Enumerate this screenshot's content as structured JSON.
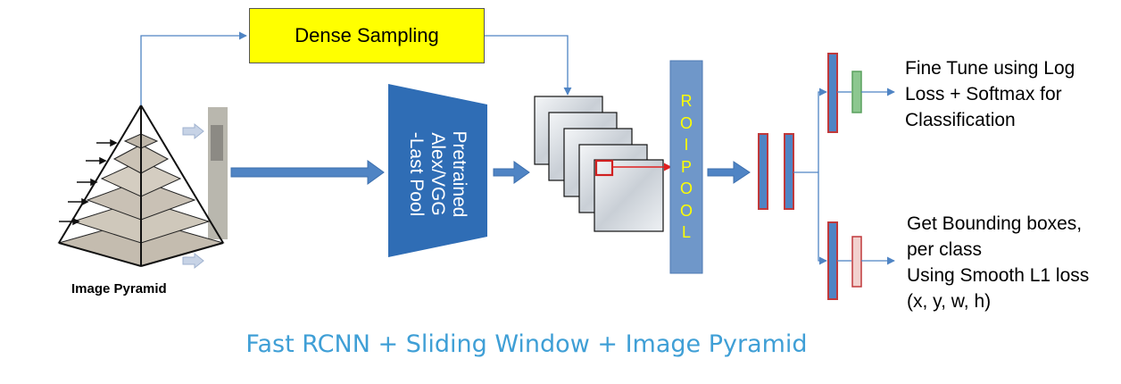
{
  "dense_sampling": {
    "label": "Dense Sampling"
  },
  "pyramid": {
    "label": "Image Pyramid"
  },
  "cnn": {
    "lines": [
      "Pretrained",
      "Alex/VGG",
      "-Last Pool"
    ]
  },
  "roi_pool": {
    "letters": [
      "R",
      "O",
      "I",
      "P",
      "O",
      "O",
      "L"
    ]
  },
  "classification": {
    "lines": [
      "Fine Tune using Log",
      "Loss + Softmax for",
      "Classification"
    ]
  },
  "bbox": {
    "lines": [
      "Get Bounding boxes,",
      "per class",
      "Using Smooth L1 loss",
      "(x, y, w, h)"
    ]
  },
  "caption": "Fast RCNN + Sliding Window + Image Pyramid",
  "colors": {
    "node_blue": "#2f6db5",
    "roi_blue": "#6f97c9",
    "fc_red": "#c0393b",
    "cls_green": "#74b87a",
    "bbox_pink": "#e8b7b4",
    "dense_yellow": "#ffff00",
    "caption_blue": "#3f9fd6",
    "arrow_blue": "#4f84c4"
  }
}
